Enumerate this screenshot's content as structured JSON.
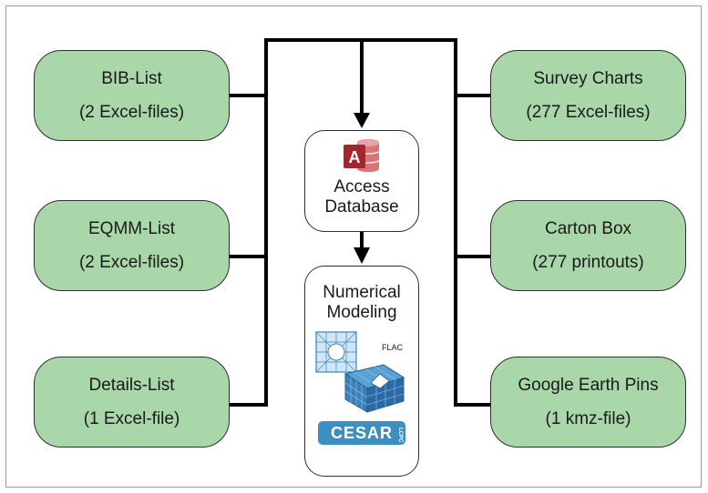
{
  "left_boxes": [
    {
      "title": "BIB-List",
      "subtitle": "(2 Excel-files)"
    },
    {
      "title": "EQMM-List",
      "subtitle": "(2 Excel-files)"
    },
    {
      "title": "Details-List",
      "subtitle": "(1 Excel-file)"
    }
  ],
  "right_boxes": [
    {
      "title": "Survey Charts",
      "subtitle": "(277 Excel-files)"
    },
    {
      "title": "Carton Box",
      "subtitle": "(277 printouts)"
    },
    {
      "title": "Google Earth Pins",
      "subtitle": "(1 kmz-file)"
    }
  ],
  "center": {
    "access_line1": "Access",
    "access_line2": "Database",
    "access_icon_letter": "A",
    "modeling_line1": "Numerical",
    "modeling_line2": "Modeling",
    "flac_label": "FLAC",
    "cesar_label": "CESAR",
    "cesar_sub": "LCPC"
  },
  "colors": {
    "box_fill": "#a9d7a9",
    "line": "#000000",
    "access_red": "#a4262c",
    "cesar_blue": "#3d8fc0"
  },
  "icons": [
    "ms-access-icon",
    "flac-mesh-icon",
    "cesar-lcpc-logo"
  ]
}
